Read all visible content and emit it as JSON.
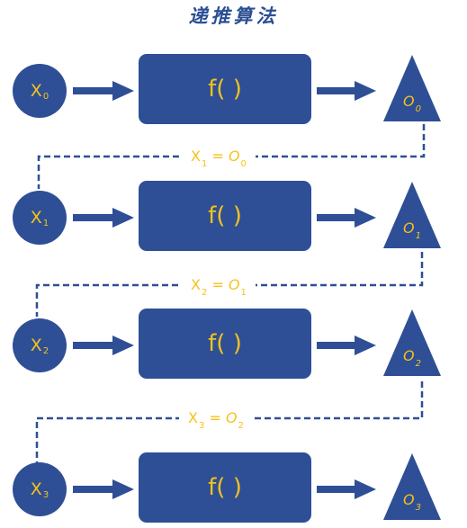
{
  "title": "递推算法",
  "colors": {
    "shape_fill": "#2e4f96",
    "label_color": "#f6c21a",
    "connector": "#2e4f96"
  },
  "function_label": "f( )",
  "rows": [
    {
      "input": {
        "base": "X",
        "sub": "0"
      },
      "output": {
        "base": "O",
        "sub": "0"
      }
    },
    {
      "input": {
        "base": "X",
        "sub": "1"
      },
      "output": {
        "base": "O",
        "sub": "1"
      }
    },
    {
      "input": {
        "base": "X",
        "sub": "2"
      },
      "output": {
        "base": "O",
        "sub": "2"
      }
    },
    {
      "input": {
        "base": "X",
        "sub": "3"
      },
      "output": {
        "base": "O",
        "sub": "3"
      }
    }
  ],
  "feedback": [
    {
      "lhs": {
        "base": "X",
        "sub": "1"
      },
      "op": "=",
      "rhs": {
        "base": "O",
        "sub": "0"
      }
    },
    {
      "lhs": {
        "base": "X",
        "sub": "2"
      },
      "op": "=",
      "rhs": {
        "base": "O",
        "sub": "1"
      }
    },
    {
      "lhs": {
        "base": "X",
        "sub": "3"
      },
      "op": "=",
      "rhs": {
        "base": "O",
        "sub": "2"
      }
    }
  ]
}
